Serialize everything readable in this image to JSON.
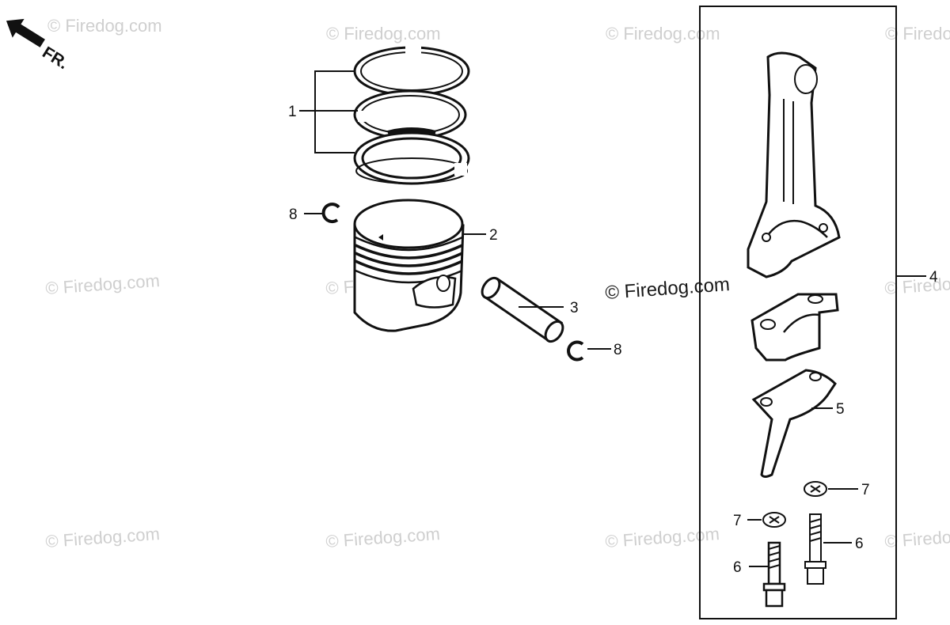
{
  "direction_label": "FR.",
  "watermark": "© Firedog.com",
  "callouts": {
    "rings": "1",
    "piston": "2",
    "pin": "3",
    "rod_assembly": "4",
    "dipper": "5",
    "bolt_right": "6",
    "bolt_left": "6",
    "washer_right": "7",
    "washer_left": "7",
    "clip_left": "8",
    "clip_right": "8"
  }
}
